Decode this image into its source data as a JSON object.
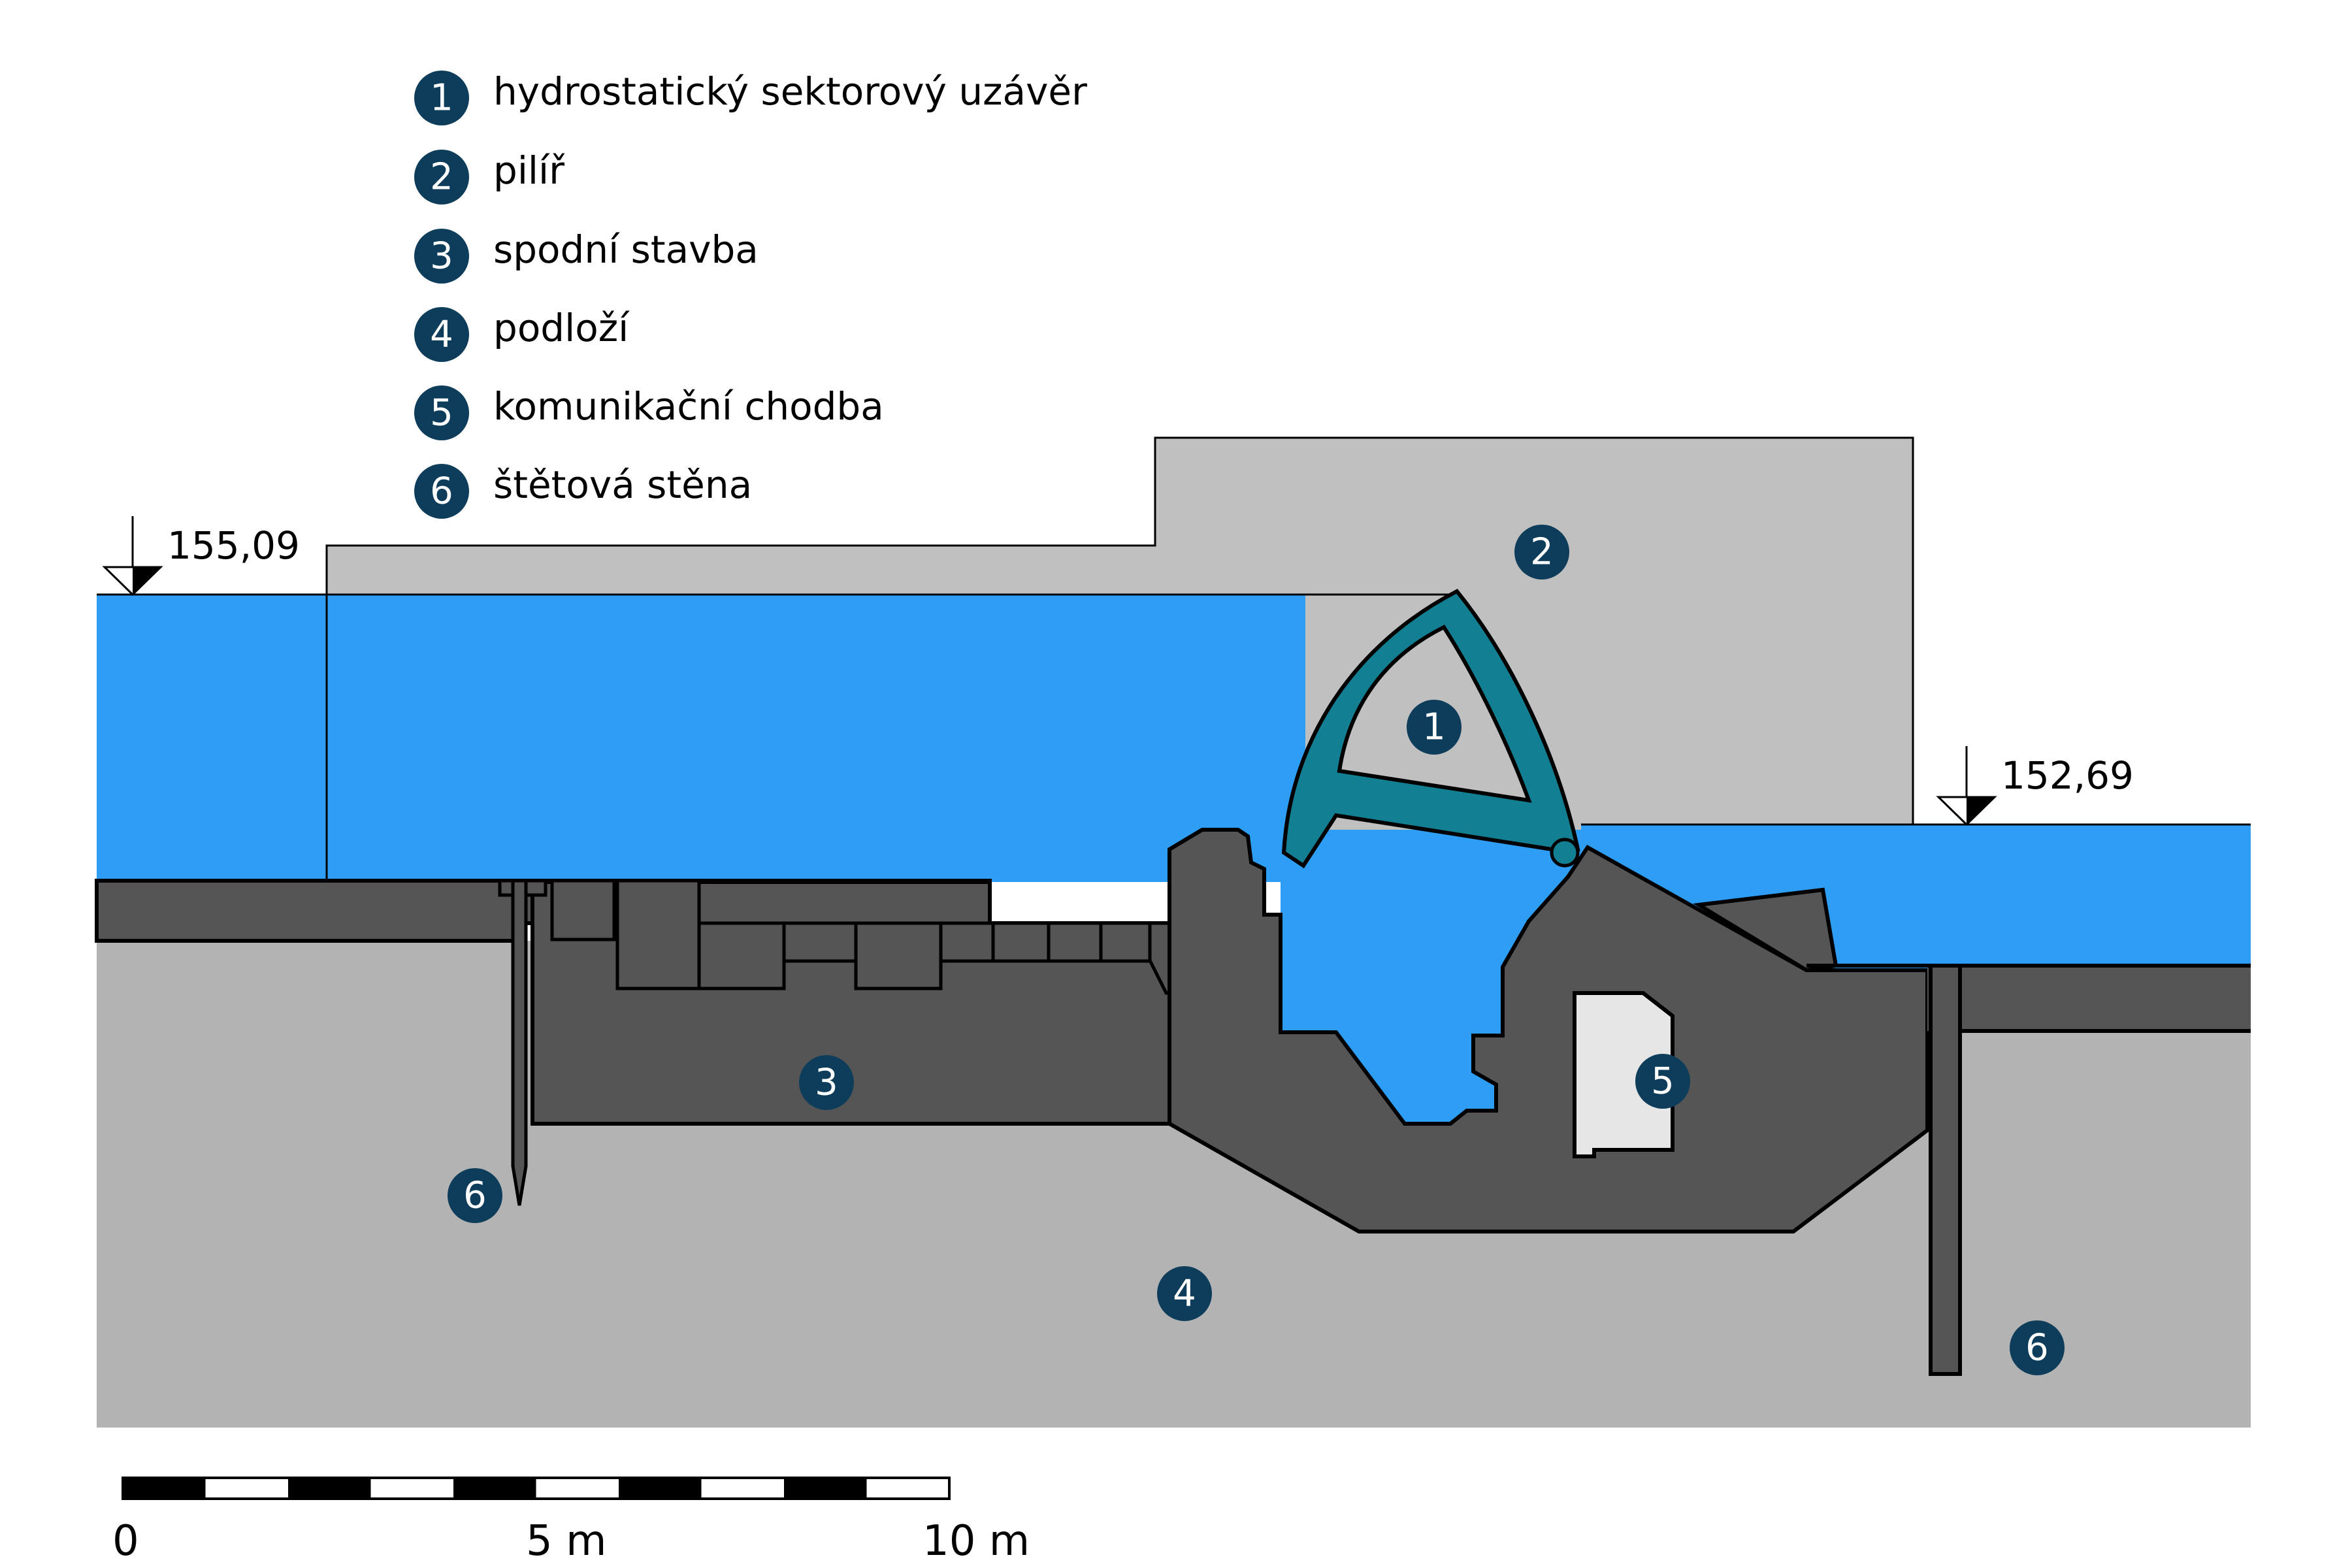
{
  "legend": [
    {
      "number": "1",
      "label": "hydrostatický sektorový uzávěr"
    },
    {
      "number": "2",
      "label": "pilíř"
    },
    {
      "number": "3",
      "label": "spodní stavba"
    },
    {
      "number": "4",
      "label": "podloží"
    },
    {
      "number": "5",
      "label": "komunikační chodba"
    },
    {
      "number": "6",
      "label": "štětová stěna"
    }
  ],
  "levels": {
    "upstream": "155,09",
    "downstream": "152,69"
  },
  "scale": {
    "zero": "0",
    "mid": "5 m",
    "end": "10 m"
  },
  "colors": {
    "water": "#2e9ef5",
    "gate": "#137f92",
    "pier": "#c0c0c0",
    "subsoil": "#b3b3b3",
    "structure": "#555555",
    "corridor": "#e6e6e6",
    "badge": "#0d3d5a"
  }
}
